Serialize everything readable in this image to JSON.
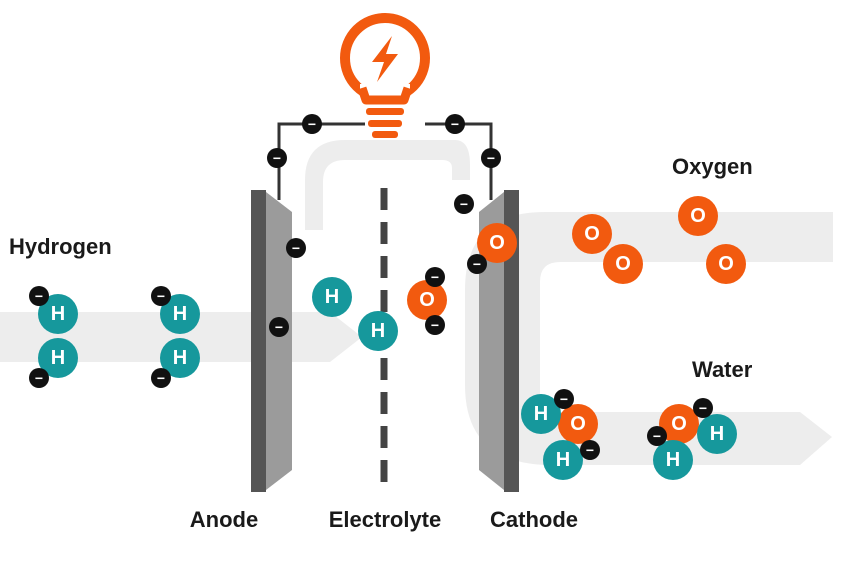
{
  "labels": {
    "hydrogen": "Hydrogen",
    "oxygen": "Oxygen",
    "water": "Water",
    "anode": "Anode",
    "electrolyte": "Electrolyte",
    "cathode": "Cathode"
  },
  "atoms": {
    "hydrogen": "H",
    "oxygen": "O"
  },
  "electron_symbol": "−",
  "icons": {
    "bulb": "lightbulb-lightning-icon"
  },
  "colors": {
    "hydrogen": "#16989c",
    "oxygen": "#f25a0f",
    "electron": "#111111",
    "electrode_dark": "#555555",
    "electrode_light": "#9a9a9a",
    "flow": "#eeeeee",
    "wire": "#333333"
  }
}
